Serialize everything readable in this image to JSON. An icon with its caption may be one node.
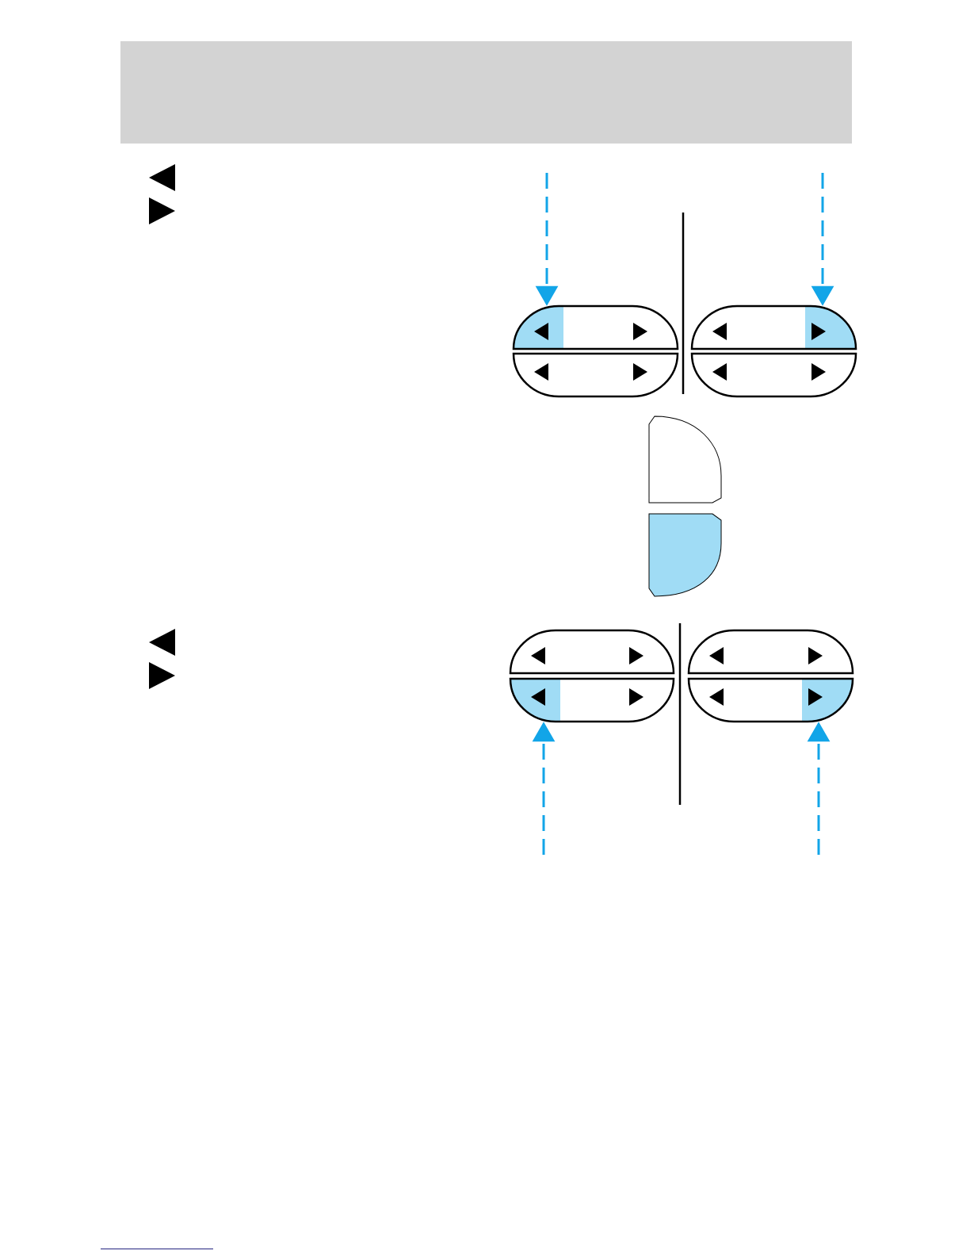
{
  "diagram": {
    "nodes": [
      {
        "text": [],
        "shape": "box"
      },
      {
        "text": [],
        "shape": "box"
      },
      {
        "text": [],
        "shape": "box"
      },
      {
        "text": [],
        "shape": "box"
      }
    ],
    "edges": [
      {
        "from": null,
        "to": 0,
        "arrow": "to",
        "style": "dashed"
      },
      {
        "from": null,
        "to": 1,
        "arrow": "to",
        "style": "dashed"
      },
      {
        "from": null,
        "to": 2,
        "arrow": "to",
        "style": "dashed"
      },
      {
        "from": null,
        "to": 3,
        "arrow": "to",
        "style": "dashed"
      }
    ]
  }
}
